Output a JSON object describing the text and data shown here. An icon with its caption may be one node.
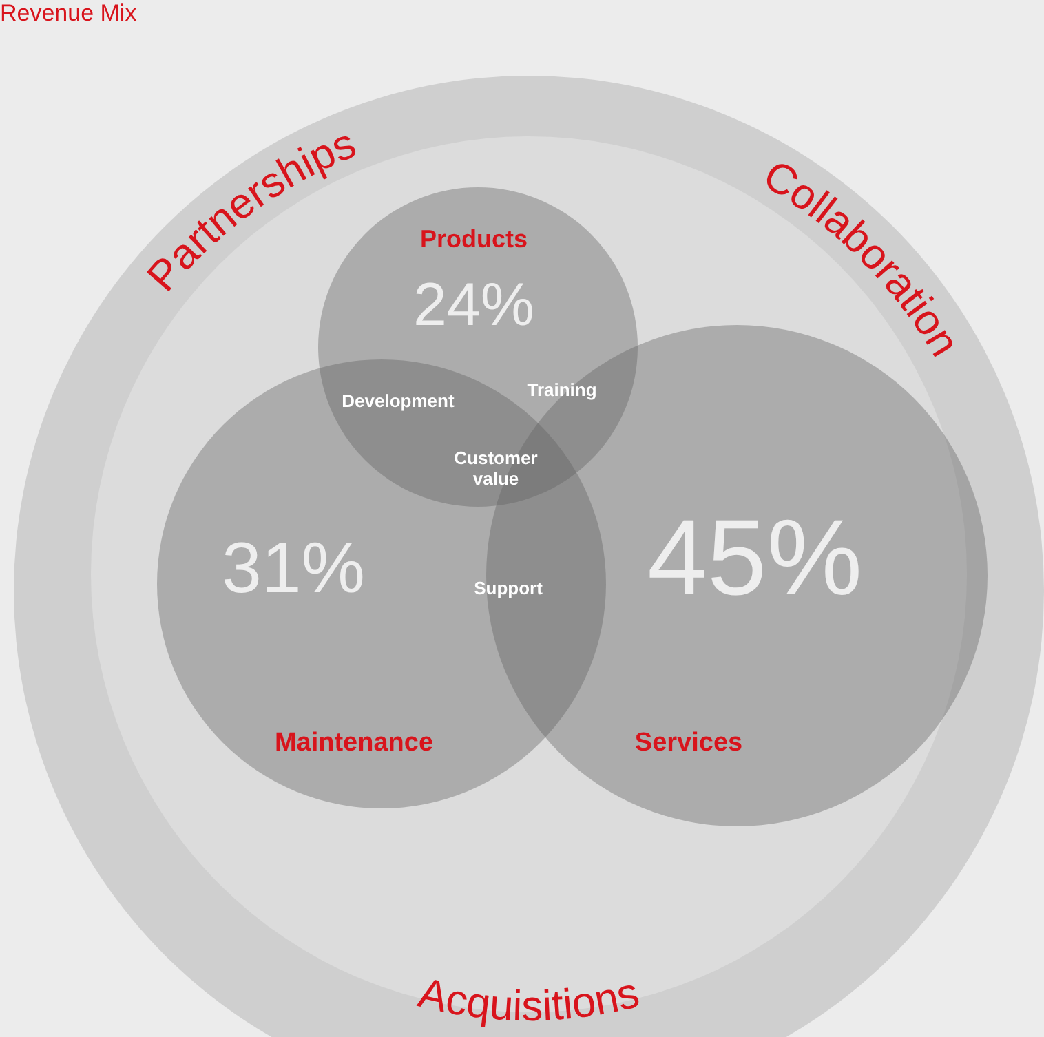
{
  "diagram": {
    "title": "Revenue Mix",
    "nodes": [
      {
        "text": [
          "Partnerships",
          "Collaboration",
          "Acquisitions"
        ]
      },
      {
        "text": [
          "Products",
          "24%"
        ],
        "in": 0
      },
      {
        "text": [
          "31%",
          "Maintenance"
        ],
        "in": 0
      },
      {
        "text": [
          "45%",
          "Services"
        ],
        "in": 0
      }
    ],
    "edges": [],
    "labels": [
      "Development",
      "Training",
      "Customer value",
      "Support"
    ]
  }
}
